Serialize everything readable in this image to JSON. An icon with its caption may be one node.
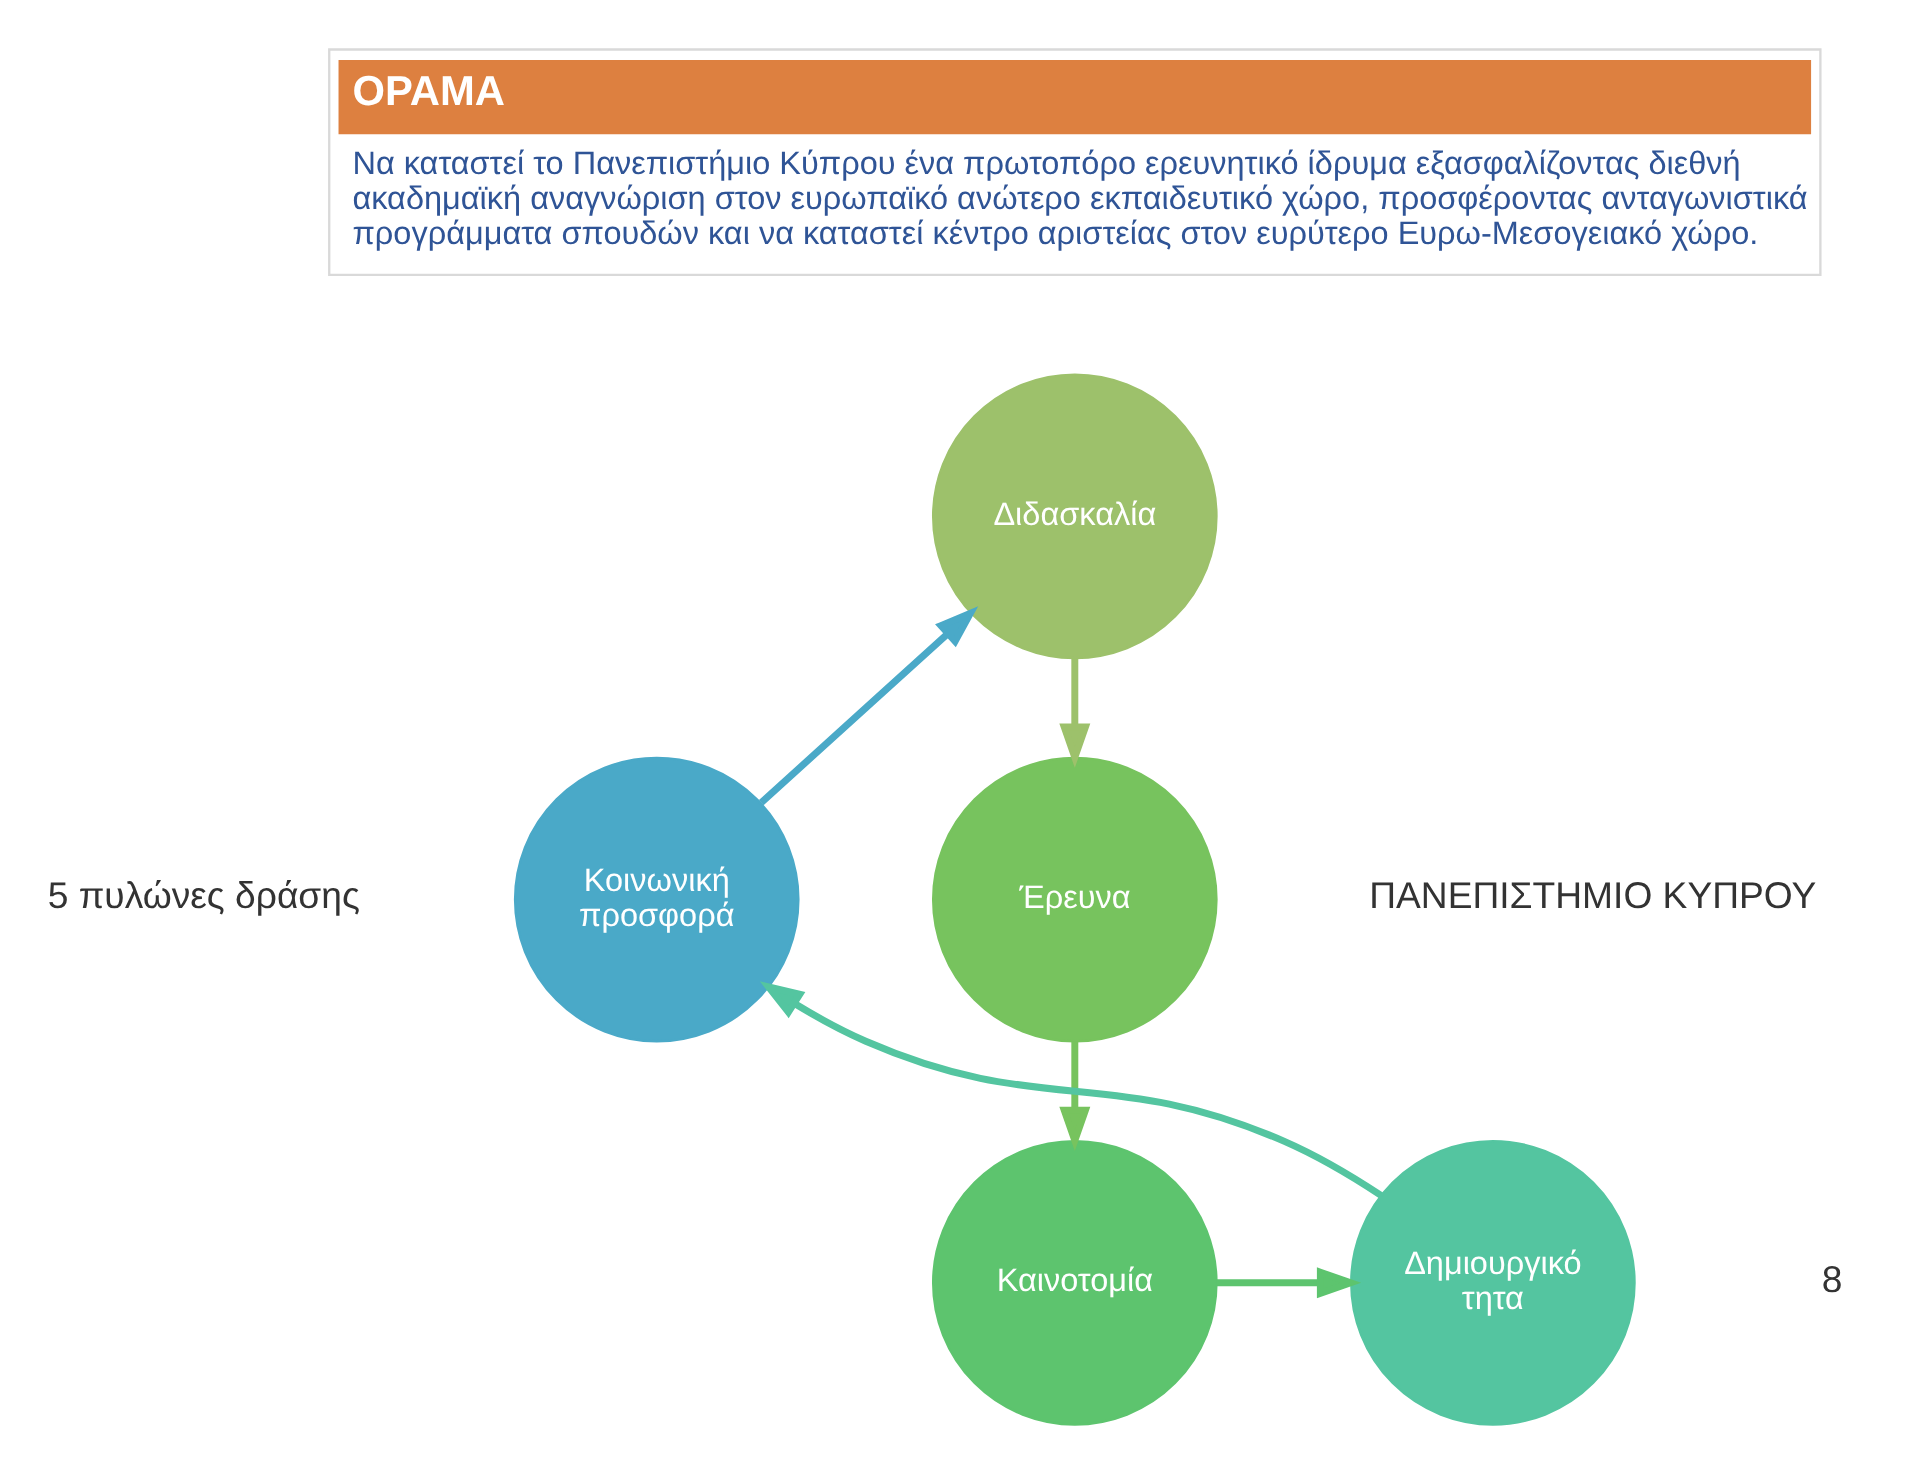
{
  "diagram": {
    "nodes": [
      {
        "text": [
          "ΟΡΑΜΑ",
          "Να καταστεί το Πανεπιστήμιο Κύπρου ένα πρωτοπόρο ερευνητικό ίδρυμα εξασφαλίζοντας διεθνή ακαδημαϊκή αναγνώριση στον ευρωπαϊκό ανώτερο εκπαιδευτικό χώρο, προσφέροντας ανταγωνιστικά προγράμματα σπουδών και να καταστεί κέντρο αριστείας στον ευρύτερο Ευρω-Μεσογειακό χώρο."
        ]
      },
      {
        "text": [
          "Διδασκαλία"
        ]
      },
      {
        "text": [
          "Έρευνα"
        ]
      },
      {
        "text": [
          "Καινοτομία"
        ]
      },
      {
        "text": [
          "Δημιουργικό τητα"
        ]
      },
      {
        "text": [
          "Κοινωνική προσφορά"
        ]
      }
    ],
    "edges": [
      {
        "from": 1,
        "to": 2,
        "arrow": "to",
        "color": "#9dc16b"
      },
      {
        "from": 2,
        "to": 3,
        "arrow": "to",
        "color": "#77c35e"
      },
      {
        "from": 3,
        "to": 4,
        "arrow": "to",
        "color": "#5dc46e"
      },
      {
        "from": 4,
        "to": 5,
        "arrow": "to",
        "color": "#54c5a0"
      },
      {
        "from": 5,
        "to": 1,
        "arrow": "to",
        "color": "#4aa9c8"
      }
    ],
    "labels": [
      "ΠΑΝΕΠΙΣΤΗΜΙΟ ΚΥΠΡΟΥ",
      "5 πυλώνες δράσης",
      "8"
    ]
  }
}
